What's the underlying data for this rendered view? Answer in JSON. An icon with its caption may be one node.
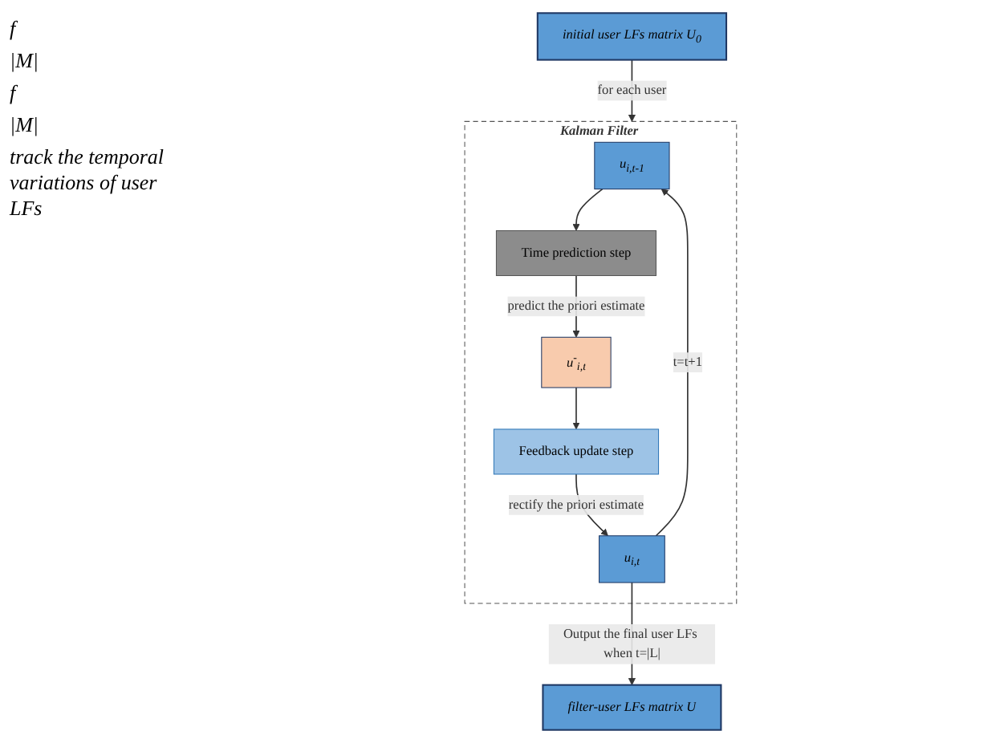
{
  "diagram": {
    "nodes": [
      {
        "text": [
          "Kalman Filter"
        ]
      },
      {
        "text": [
          "initial user LFs matrix U$_{0}$"
        ]
      },
      {
        "text": [
          "u$_{i,t-1}$"
        ],
        "in": 0
      },
      {
        "text": [
          "Time prediction step"
        ],
        "in": 0
      },
      {
        "text": [
          "u$^{-}$$_{i,t}$"
        ],
        "in": 0
      },
      {
        "text": [
          "Feedback update step"
        ],
        "in": 0
      },
      {
        "text": [
          "u$_{i,t}$"
        ],
        "in": 0
      },
      {
        "text": [
          "filter-user LFs matrix U"
        ]
      }
    ],
    "edges": [
      {
        "from": 1,
        "to": 0,
        "arrow": "to",
        "label": "for each user"
      },
      {
        "from": 2,
        "to": 3,
        "arrow": "to"
      },
      {
        "from": 3,
        "to": 4,
        "arrow": "to",
        "label": "predict the priori estimate"
      },
      {
        "from": 4,
        "to": 5,
        "arrow": "to"
      },
      {
        "from": 5,
        "to": 6,
        "arrow": "to",
        "label": "rectify the priori estimate"
      },
      {
        "from": 6,
        "to": 2,
        "arrow": "to",
        "label": "t=t+1"
      },
      {
        "from": 6,
        "to": 7,
        "arrow": "to",
        "label": "Output the final user LFs when t=|L|"
      }
    ],
    "labels": [
      "f",
      "|M|",
      "f",
      "|M|",
      "track the temporal variations of user LFs"
    ]
  }
}
